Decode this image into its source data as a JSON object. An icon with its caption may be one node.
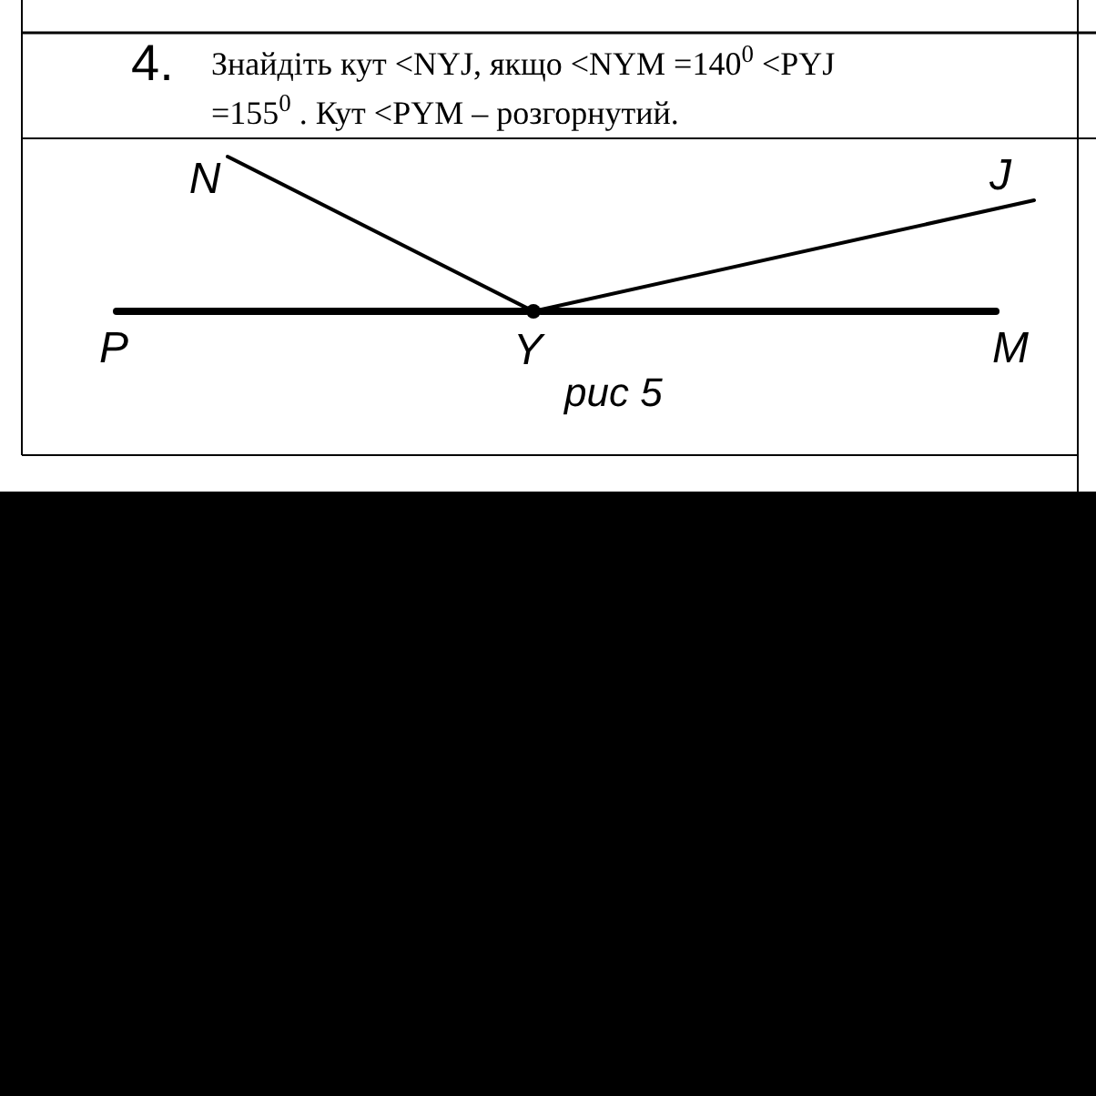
{
  "diagram": {
    "nodes": [
      {
        "text": [
          "N"
        ]
      },
      {
        "text": [
          "J"
        ]
      },
      {
        "text": [
          "P"
        ]
      },
      {
        "text": [],
        "shape": "dot",
        "beside": [
          "Y"
        ]
      },
      {
        "text": [
          "M"
        ]
      }
    ],
    "edges": [
      {
        "from": 3,
        "to": 0,
        "arrow": "none"
      },
      {
        "from": 3,
        "to": 1,
        "arrow": "none"
      },
      {
        "from": 2,
        "to": 3,
        "arrow": "none",
        "style": "thick"
      },
      {
        "from": 3,
        "to": 4,
        "arrow": "none",
        "style": "thick"
      }
    ],
    "labels": [
      "4.",
      "Знайдіть кут <NYJ, якщо  <NYM =140$^{0}$ <PYJ =155$^{0}$  . Кут <PYM – розгорнутий.",
      "рис 5"
    ]
  }
}
